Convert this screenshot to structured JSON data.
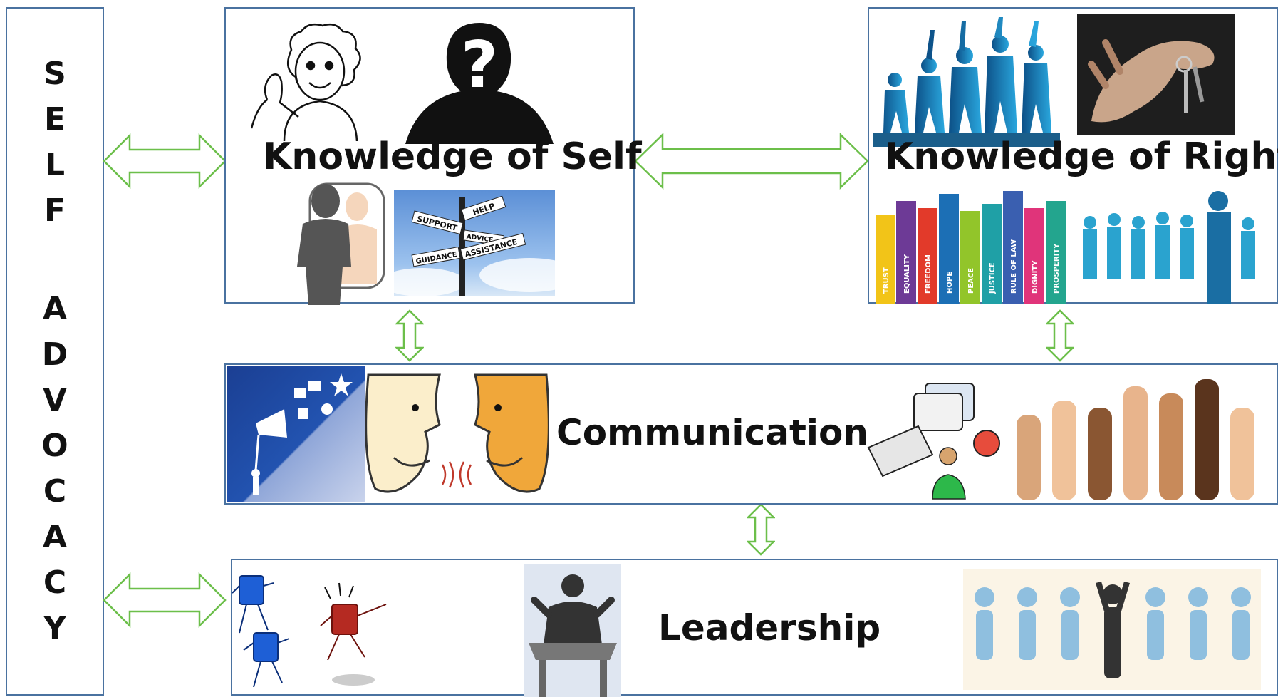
{
  "sidebar": {
    "word1": [
      "S",
      "E",
      "L",
      "F"
    ],
    "word2": [
      "A",
      "D",
      "V",
      "O",
      "C",
      "A",
      "C",
      "Y"
    ]
  },
  "boxes": {
    "self": "Knowledge of Self",
    "rights": "Knowledge of Rights",
    "communication": "Communication",
    "leadership": "Leadership"
  },
  "signpost": {
    "help": "HELP",
    "support": "SUPPORT",
    "advice": "ADVICE",
    "guidance": "GUIDANCE",
    "assistance": "ASSISTANCE"
  },
  "hands_words": [
    "TRUST",
    "EQUALITY",
    "FREEDOM",
    "HOPE",
    "PEACE",
    "JUSTICE",
    "RULE OF LAW",
    "DIGNITY",
    "PROSPERITY"
  ],
  "colors": {
    "border": "#4a72a0",
    "arrow": "#6cbf4a"
  }
}
